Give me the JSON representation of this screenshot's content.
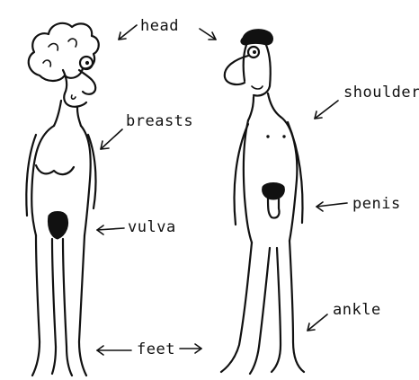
{
  "labels": {
    "head": "head",
    "breasts": "breasts",
    "vulva": "vulva",
    "feet": "feet",
    "shoulder": "shoulder",
    "penis": "penis",
    "ankle": "ankle"
  },
  "colors": {
    "ink": "#111111",
    "background": "#ffffff"
  }
}
